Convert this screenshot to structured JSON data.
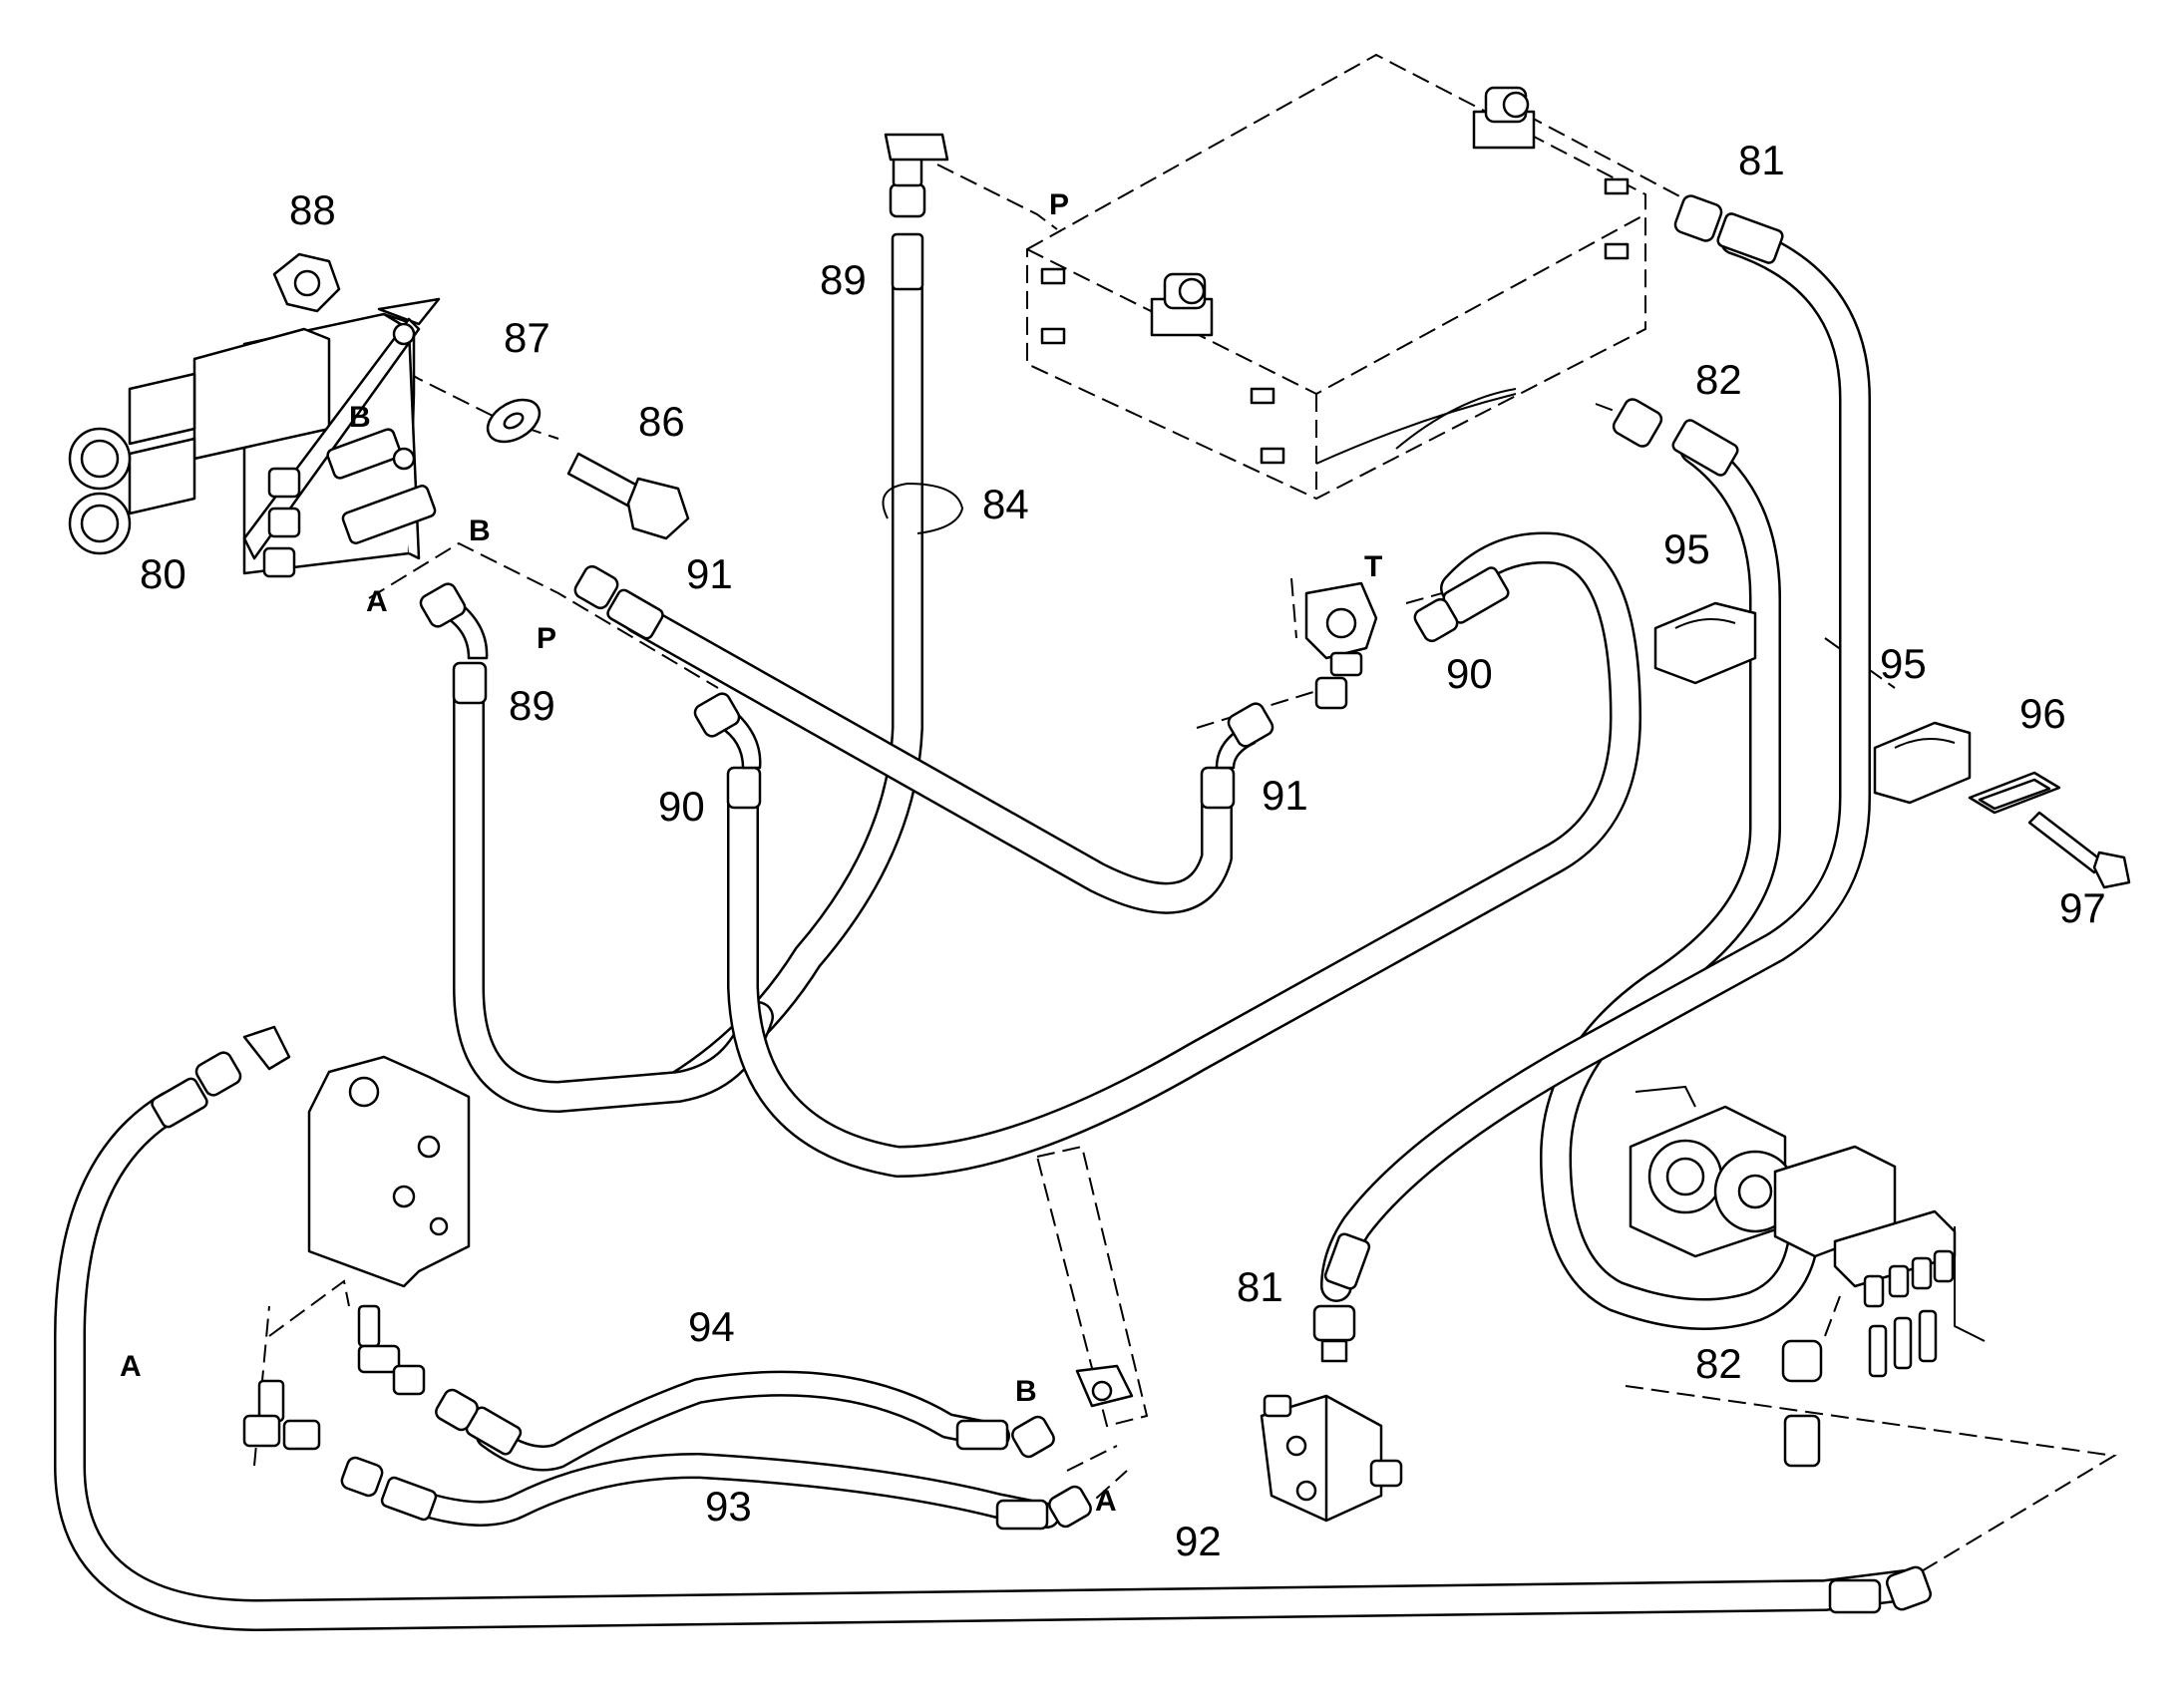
{
  "callouts": {
    "c80": "80",
    "c81a": "81",
    "c81b": "81",
    "c82a": "82",
    "c82b": "82",
    "c84": "84",
    "c86": "86",
    "c87": "87",
    "c88": "88",
    "c89a": "89",
    "c89b": "89",
    "c90a": "90",
    "c90b": "90",
    "c91a": "91",
    "c91b": "91",
    "c92": "92",
    "c93": "93",
    "c94": "94",
    "c95a": "95",
    "c95b": "95",
    "c96": "96",
    "c97": "97"
  },
  "ports": {
    "p_tank_P": "P",
    "p_valve_B": "B",
    "p_B_line": "B",
    "p_A_line": "A",
    "p_P_line": "P",
    "p_T": "T",
    "p_A_left": "A",
    "p_B_cyl": "B",
    "p_A_cyl": "A"
  }
}
